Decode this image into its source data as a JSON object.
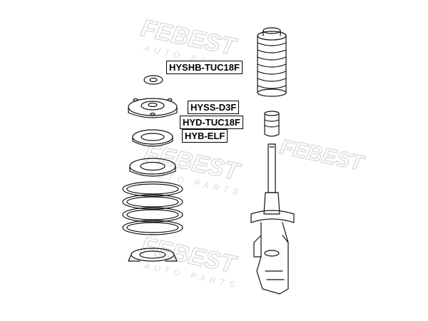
{
  "watermark": {
    "brand": "FEBEST",
    "tagline": "AUTO PARTS",
    "color": "#d8d8d8"
  },
  "labels": {
    "boot": "HYSHB-TUC18F",
    "mount": "HYSS-D3F",
    "bump_stop": "HYD-TUC18F",
    "bearing": "HYB-ELF"
  }
}
